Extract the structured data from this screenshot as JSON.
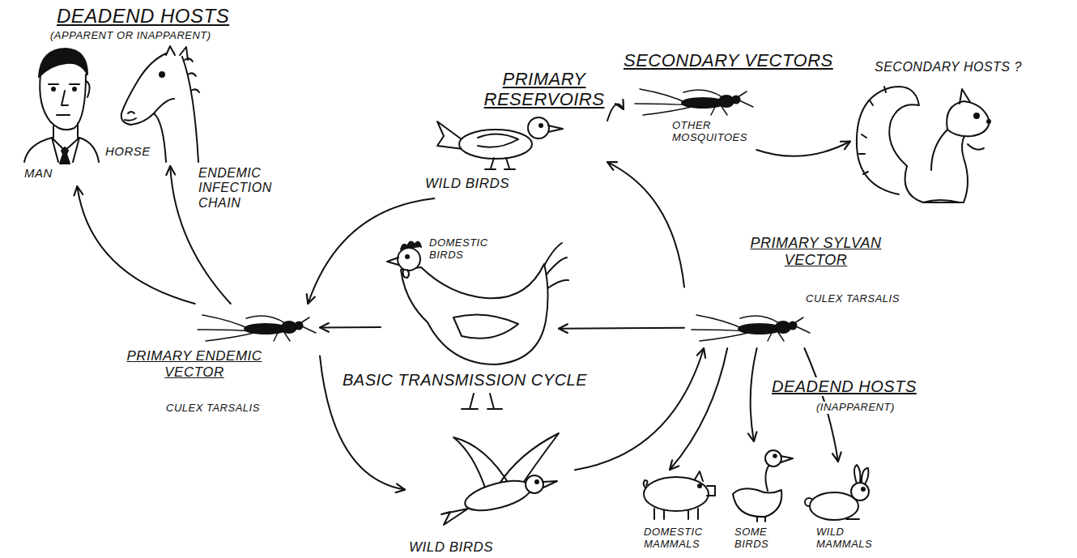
{
  "diagram": {
    "nodes": [
      {
        "text": [
          "MAN"
        ]
      },
      {
        "text": [
          "HORSE"
        ]
      },
      {
        "text": [
          "PRIMARY RESERVOIRS",
          "WILD BIRDS"
        ]
      },
      {
        "text": [
          "SECONDARY VECTORS",
          "OTHER MOSQUITOES"
        ]
      },
      {
        "text": [
          "SECONDARY HOSTS ?"
        ]
      },
      {
        "text": [
          "PRIMARY ENDEMIC VECTOR",
          "CULEX TARSALIS"
        ]
      },
      {
        "text": [
          "DOMESTIC BIRDS"
        ]
      },
      {
        "text": [
          "PRIMARY SYLVAN VECTOR",
          "CULEX TARSALIS"
        ]
      },
      {
        "text": [
          "WILD BIRDS"
        ]
      },
      {
        "text": [
          "DOMESTIC MAMMALS"
        ]
      },
      {
        "text": [
          "SOME BIRDS"
        ]
      },
      {
        "text": [
          "WILD MAMMALS"
        ]
      }
    ],
    "edges": [
      {
        "from": 2,
        "to": 5,
        "arrow": "to"
      },
      {
        "from": 5,
        "to": 8,
        "arrow": "to"
      },
      {
        "from": 8,
        "to": 7,
        "arrow": "to"
      },
      {
        "from": 7,
        "to": 2,
        "arrow": "to"
      },
      {
        "from": 7,
        "to": 6,
        "arrow": "to"
      },
      {
        "from": 6,
        "to": 5,
        "arrow": "to"
      },
      {
        "from": 5,
        "to": 0,
        "arrow": "to"
      },
      {
        "from": 5,
        "to": 1,
        "arrow": "to"
      },
      {
        "from": 2,
        "to": 3,
        "arrow": "to"
      },
      {
        "from": 3,
        "to": 4,
        "arrow": "to"
      },
      {
        "from": 7,
        "to": 9,
        "arrow": "to"
      },
      {
        "from": 7,
        "to": 10,
        "arrow": "to"
      },
      {
        "from": 7,
        "to": 11,
        "arrow": "to"
      }
    ],
    "labels": [
      "DEADEND HOSTS",
      "(APPARENT OR INAPPARENT)",
      "ENDEMIC INFECTION CHAIN",
      "BASIC TRANSMISSION CYCLE",
      "DEADEND HOSTS",
      "(INAPPARENT)"
    ]
  }
}
